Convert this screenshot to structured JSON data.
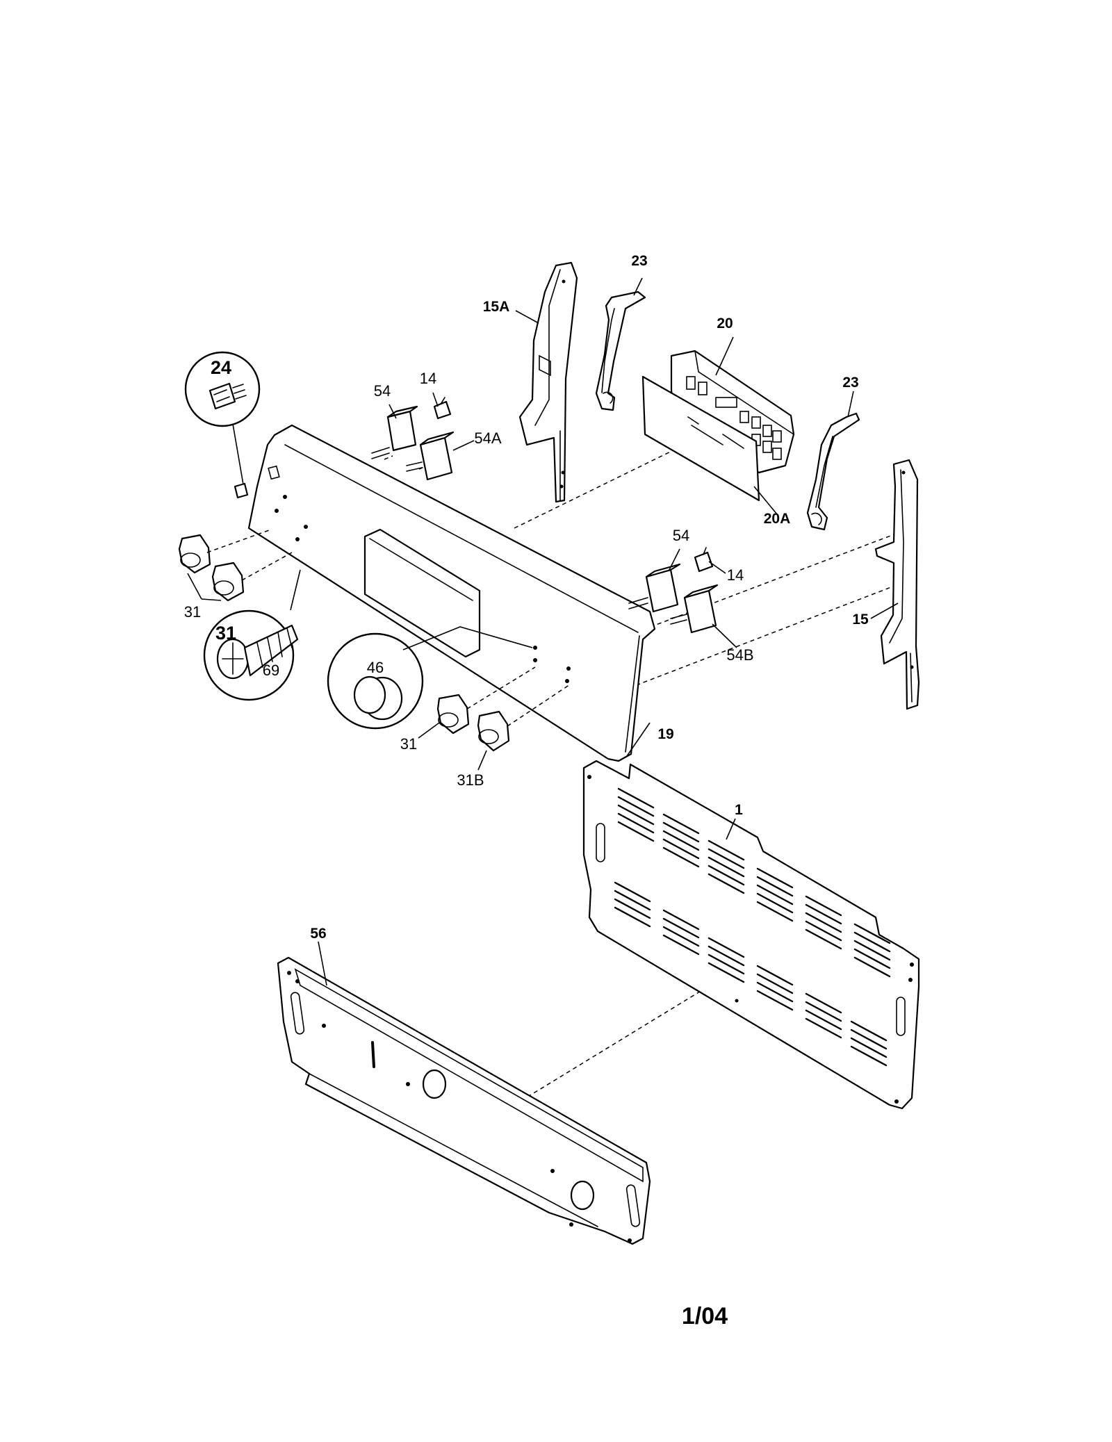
{
  "labels": {
    "p23a": "23",
    "p15a": "15A",
    "p20": "20",
    "p24": "24",
    "p54a": "54",
    "p14a": "14",
    "p54A": "54A",
    "p23b": "23",
    "p20A": "20A",
    "p54b": "54",
    "p14b": "14",
    "p15": "15",
    "p31a": "31",
    "p31b": "31",
    "p69": "69",
    "p46": "46",
    "p54B": "54B",
    "p19": "19",
    "p31c": "31",
    "p31B": "31B",
    "p1": "1",
    "p56": "56"
  },
  "footer": {
    "date_code": "1/04"
  }
}
